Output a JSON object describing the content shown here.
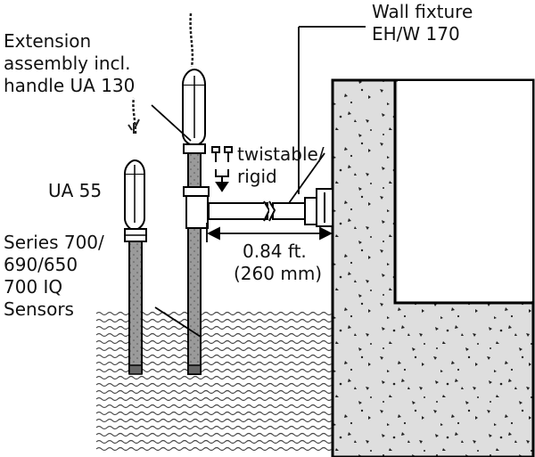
{
  "labels": {
    "wall_fixture": [
      "Wall fixture",
      "EH/W 170"
    ],
    "extension_assembly": [
      "Extension",
      "assembly incl.",
      "handle UA 130"
    ],
    "twistable": [
      "twistable/",
      "rigid"
    ],
    "ua55": "UA 55",
    "sensors": [
      "Series 700/",
      "690/650",
      "700 IQ",
      "Sensors"
    ],
    "dimension": [
      "0.84 ft.",
      "(260 mm)"
    ]
  }
}
